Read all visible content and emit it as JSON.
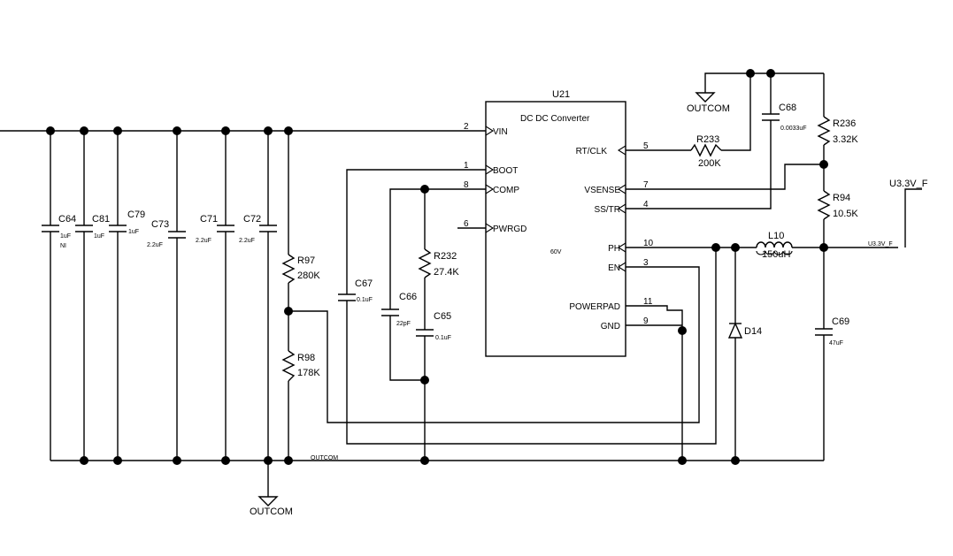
{
  "ic": {
    "ref": "U21",
    "title": "DC DC  Converter",
    "note": "60V",
    "pins": [
      {
        "name": "VIN",
        "num": "2"
      },
      {
        "name": "BOOT",
        "num": "1"
      },
      {
        "name": "COMP",
        "num": "8"
      },
      {
        "name": "PWRGD",
        "num": "6"
      },
      {
        "name": "RT/CLK",
        "num": "5"
      },
      {
        "name": "VSENSE",
        "num": "7"
      },
      {
        "name": "SS/TR",
        "num": "4"
      },
      {
        "name": "PH",
        "num": "10"
      },
      {
        "name": "EN",
        "num": "3"
      },
      {
        "name": "POWERPAD",
        "num": "11"
      },
      {
        "name": "GND",
        "num": "9"
      }
    ]
  },
  "capacitors": [
    {
      "ref": "C64",
      "value": "1uF",
      "note": "NI"
    },
    {
      "ref": "C81",
      "value": "1uF"
    },
    {
      "ref": "C79",
      "value": "1uF"
    },
    {
      "ref": "C73",
      "value": "2.2uF"
    },
    {
      "ref": "C71",
      "value": "2.2uF"
    },
    {
      "ref": "C72",
      "value": "2.2uF"
    },
    {
      "ref": "C67",
      "value": "0.1uF"
    },
    {
      "ref": "C66",
      "value": "22pF"
    },
    {
      "ref": "C65",
      "value": "0.1uF"
    },
    {
      "ref": "C68",
      "value": "0.0033uF"
    },
    {
      "ref": "C69",
      "value": "47uF"
    }
  ],
  "resistors": [
    {
      "ref": "R97",
      "value": "280K"
    },
    {
      "ref": "R98",
      "value": "178K"
    },
    {
      "ref": "R232",
      "value": "27.4K"
    },
    {
      "ref": "R233",
      "value": "200K"
    },
    {
      "ref": "R236",
      "value": "3.32K"
    },
    {
      "ref": "R94",
      "value": "10.5K"
    }
  ],
  "inductor": {
    "ref": "L10",
    "value": "150uH"
  },
  "diode": {
    "ref": "D14"
  },
  "nets": {
    "ground_symbol_bottom": "OUTCOM",
    "ground_symbol_top": "OUTCOM",
    "ground_rail": "OUTCOM",
    "output_port": "U3.3V_F",
    "output_net": "U3.3V_F"
  }
}
